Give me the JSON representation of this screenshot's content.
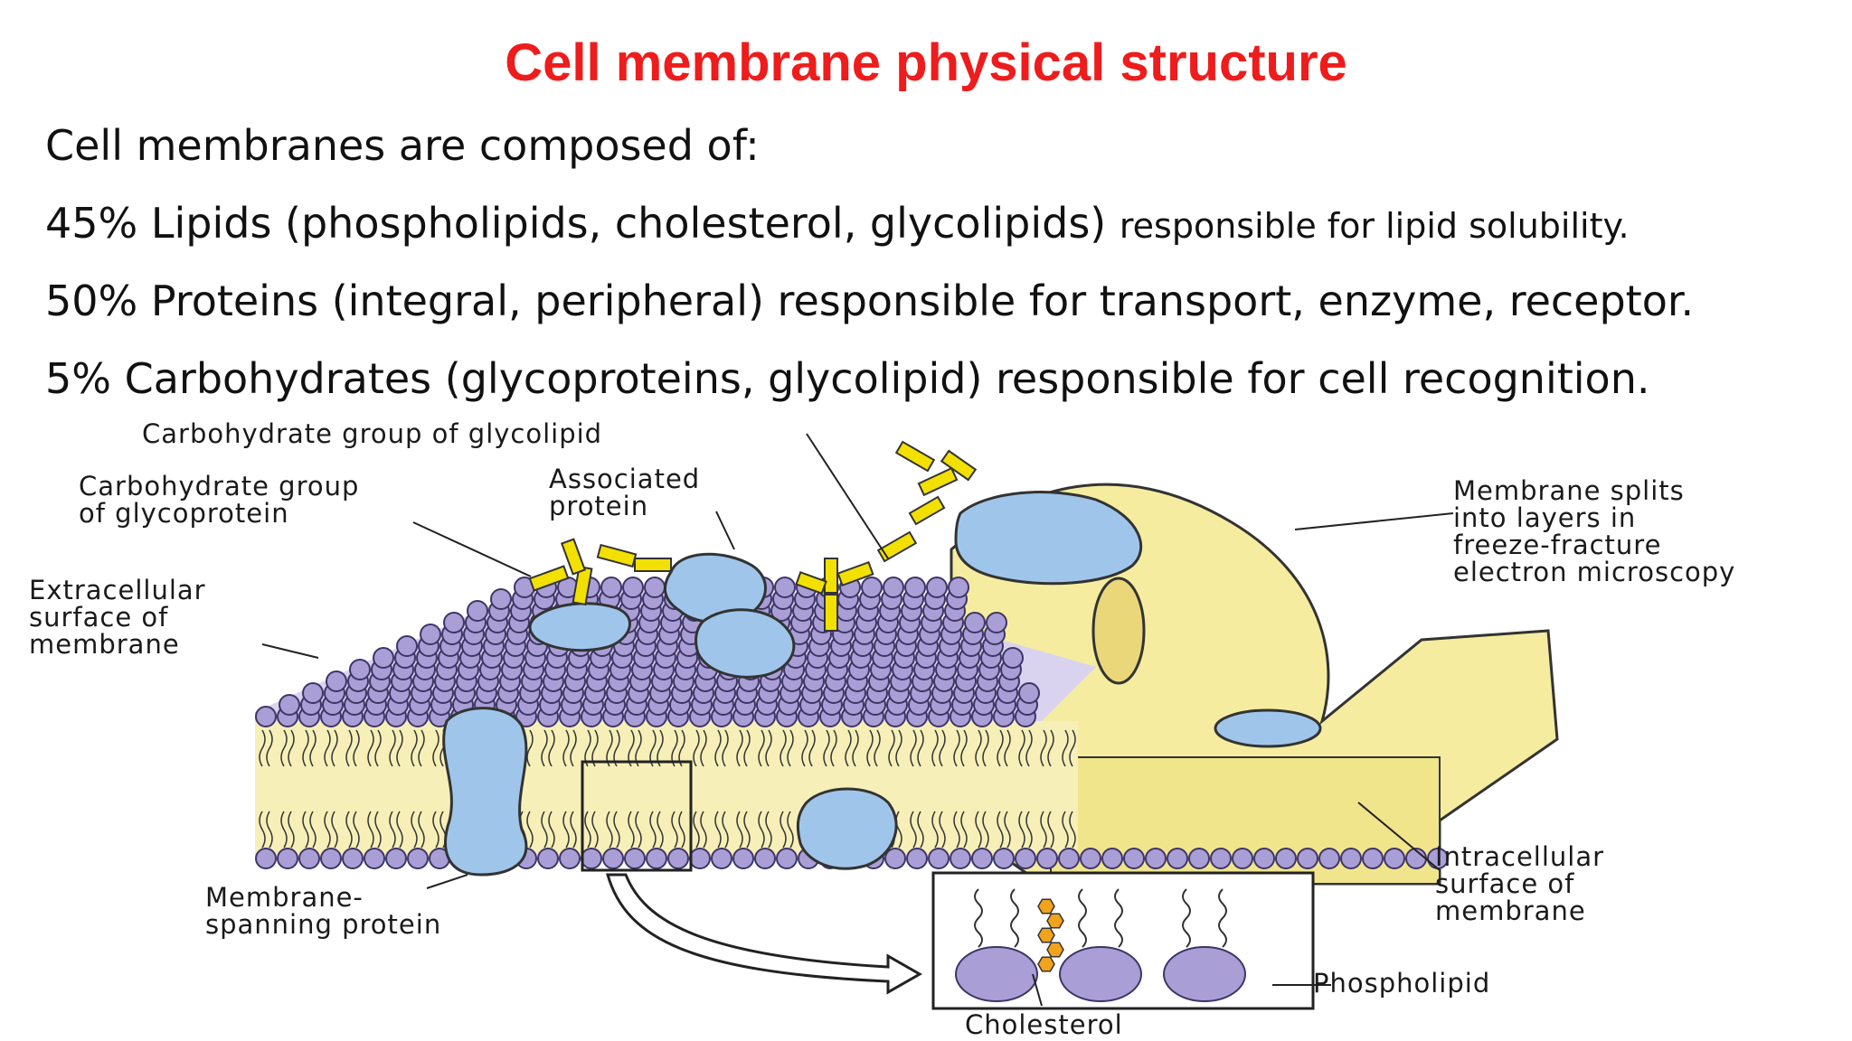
{
  "slide": {
    "title": "Cell membrane physical structure",
    "intro": "Cell membranes are composed of:",
    "lipids": "45% Lipids (phospholipids, cholesterol, glycolipids)",
    "lipids_note": "responsible for lipid solubility.",
    "proteins": "50% Proteins (integral, peripheral) responsible for transport, enzyme, receptor.",
    "carbs": "5% Carbohydrates (glycoproteins, glycolipid) responsible for cell recognition."
  },
  "diagram": {
    "labels": {
      "carb_glycolipid": "Carbohydrate group of glycolipid",
      "carb_glycoprotein_1": "Carbohydrate group",
      "carb_glycoprotein_2": "of glycoprotein",
      "associated_1": "Associated",
      "associated_2": "protein",
      "extracellular_1": "Extracellular",
      "extracellular_2": "surface of",
      "extracellular_3": "membrane",
      "splits_1": "Membrane splits",
      "splits_2": "into layers in",
      "splits_3": "freeze-fracture",
      "splits_4": "electron microscopy",
      "intracellular_1": "Intracellular",
      "intracellular_2": "surface of",
      "intracellular_3": "membrane",
      "spanning_1": "Membrane-",
      "spanning_2": "spanning protein",
      "phospholipid": "Phospholipid",
      "cholesterol": "Cholesterol"
    },
    "colors": {
      "head": "#a99fd6",
      "head_stroke": "#3d3566",
      "protein": "#9fc6ea",
      "fracture": "#f5eca0",
      "carbohydrate": "#f2e000",
      "cholesterol": "#f2a31c"
    }
  }
}
